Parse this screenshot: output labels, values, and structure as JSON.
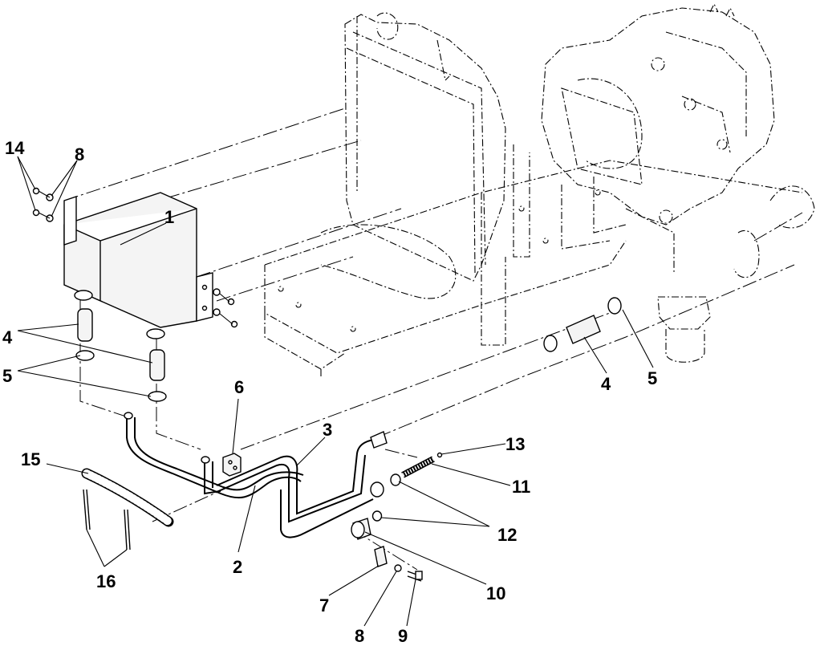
{
  "diagram": {
    "callouts": [
      {
        "id": "c14",
        "text": "14"
      },
      {
        "id": "c8a",
        "text": "8"
      },
      {
        "id": "c1",
        "text": "1"
      },
      {
        "id": "c4a",
        "text": "4"
      },
      {
        "id": "c5a",
        "text": "5"
      },
      {
        "id": "c6",
        "text": "6"
      },
      {
        "id": "c3",
        "text": "3"
      },
      {
        "id": "c15",
        "text": "15"
      },
      {
        "id": "c2",
        "text": "2"
      },
      {
        "id": "c16",
        "text": "16"
      },
      {
        "id": "c13",
        "text": "13"
      },
      {
        "id": "c11",
        "text": "11"
      },
      {
        "id": "c12",
        "text": "12"
      },
      {
        "id": "c10",
        "text": "10"
      },
      {
        "id": "c7",
        "text": "7"
      },
      {
        "id": "c8b",
        "text": "8"
      },
      {
        "id": "c9",
        "text": "9"
      },
      {
        "id": "c4b",
        "text": "4"
      },
      {
        "id": "c5b",
        "text": "5"
      }
    ]
  }
}
